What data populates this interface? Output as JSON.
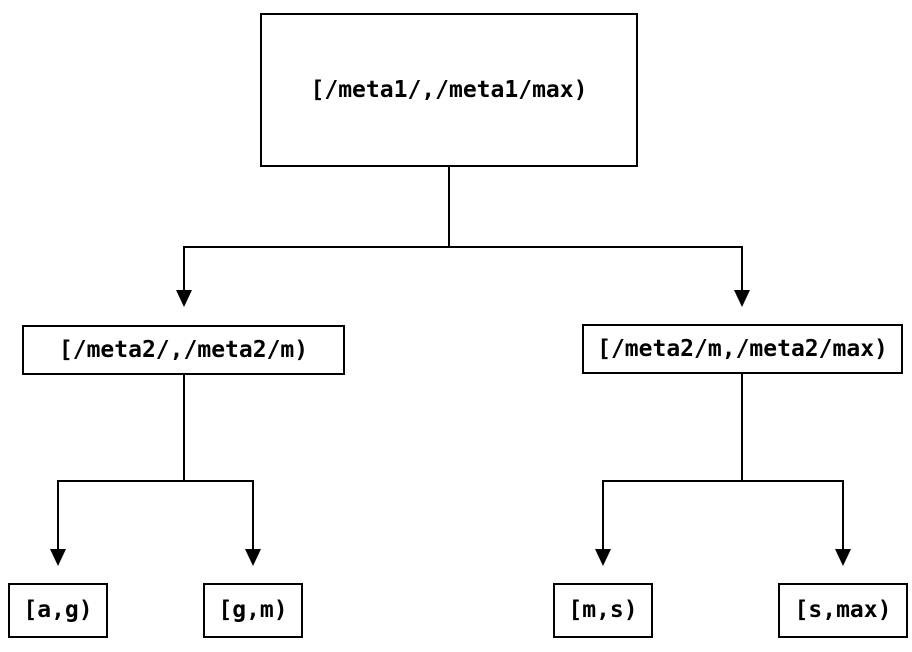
{
  "diagram": {
    "type": "tree",
    "colors": {
      "line": "#000000",
      "node_border": "#000000",
      "node_fill": "#ffffff",
      "background": "#ffffff",
      "text": "#000000"
    },
    "root": {
      "label": "[/meta1/,/meta1/max)"
    },
    "level2": [
      {
        "label": "[/meta2/,/meta2/m)",
        "parent": "root"
      },
      {
        "label": "[/meta2/m,/meta2/max)",
        "parent": "root"
      }
    ],
    "leaves": [
      {
        "label": "[a,g)",
        "parent": "[/meta2/,/meta2/m)"
      },
      {
        "label": "[g,m)",
        "parent": "[/meta2/,/meta2/m)"
      },
      {
        "label": "[m,s)",
        "parent": "[/meta2/m,/meta2/max)"
      },
      {
        "label": "[s,max)",
        "parent": "[/meta2/m,/meta2/max)"
      }
    ]
  }
}
